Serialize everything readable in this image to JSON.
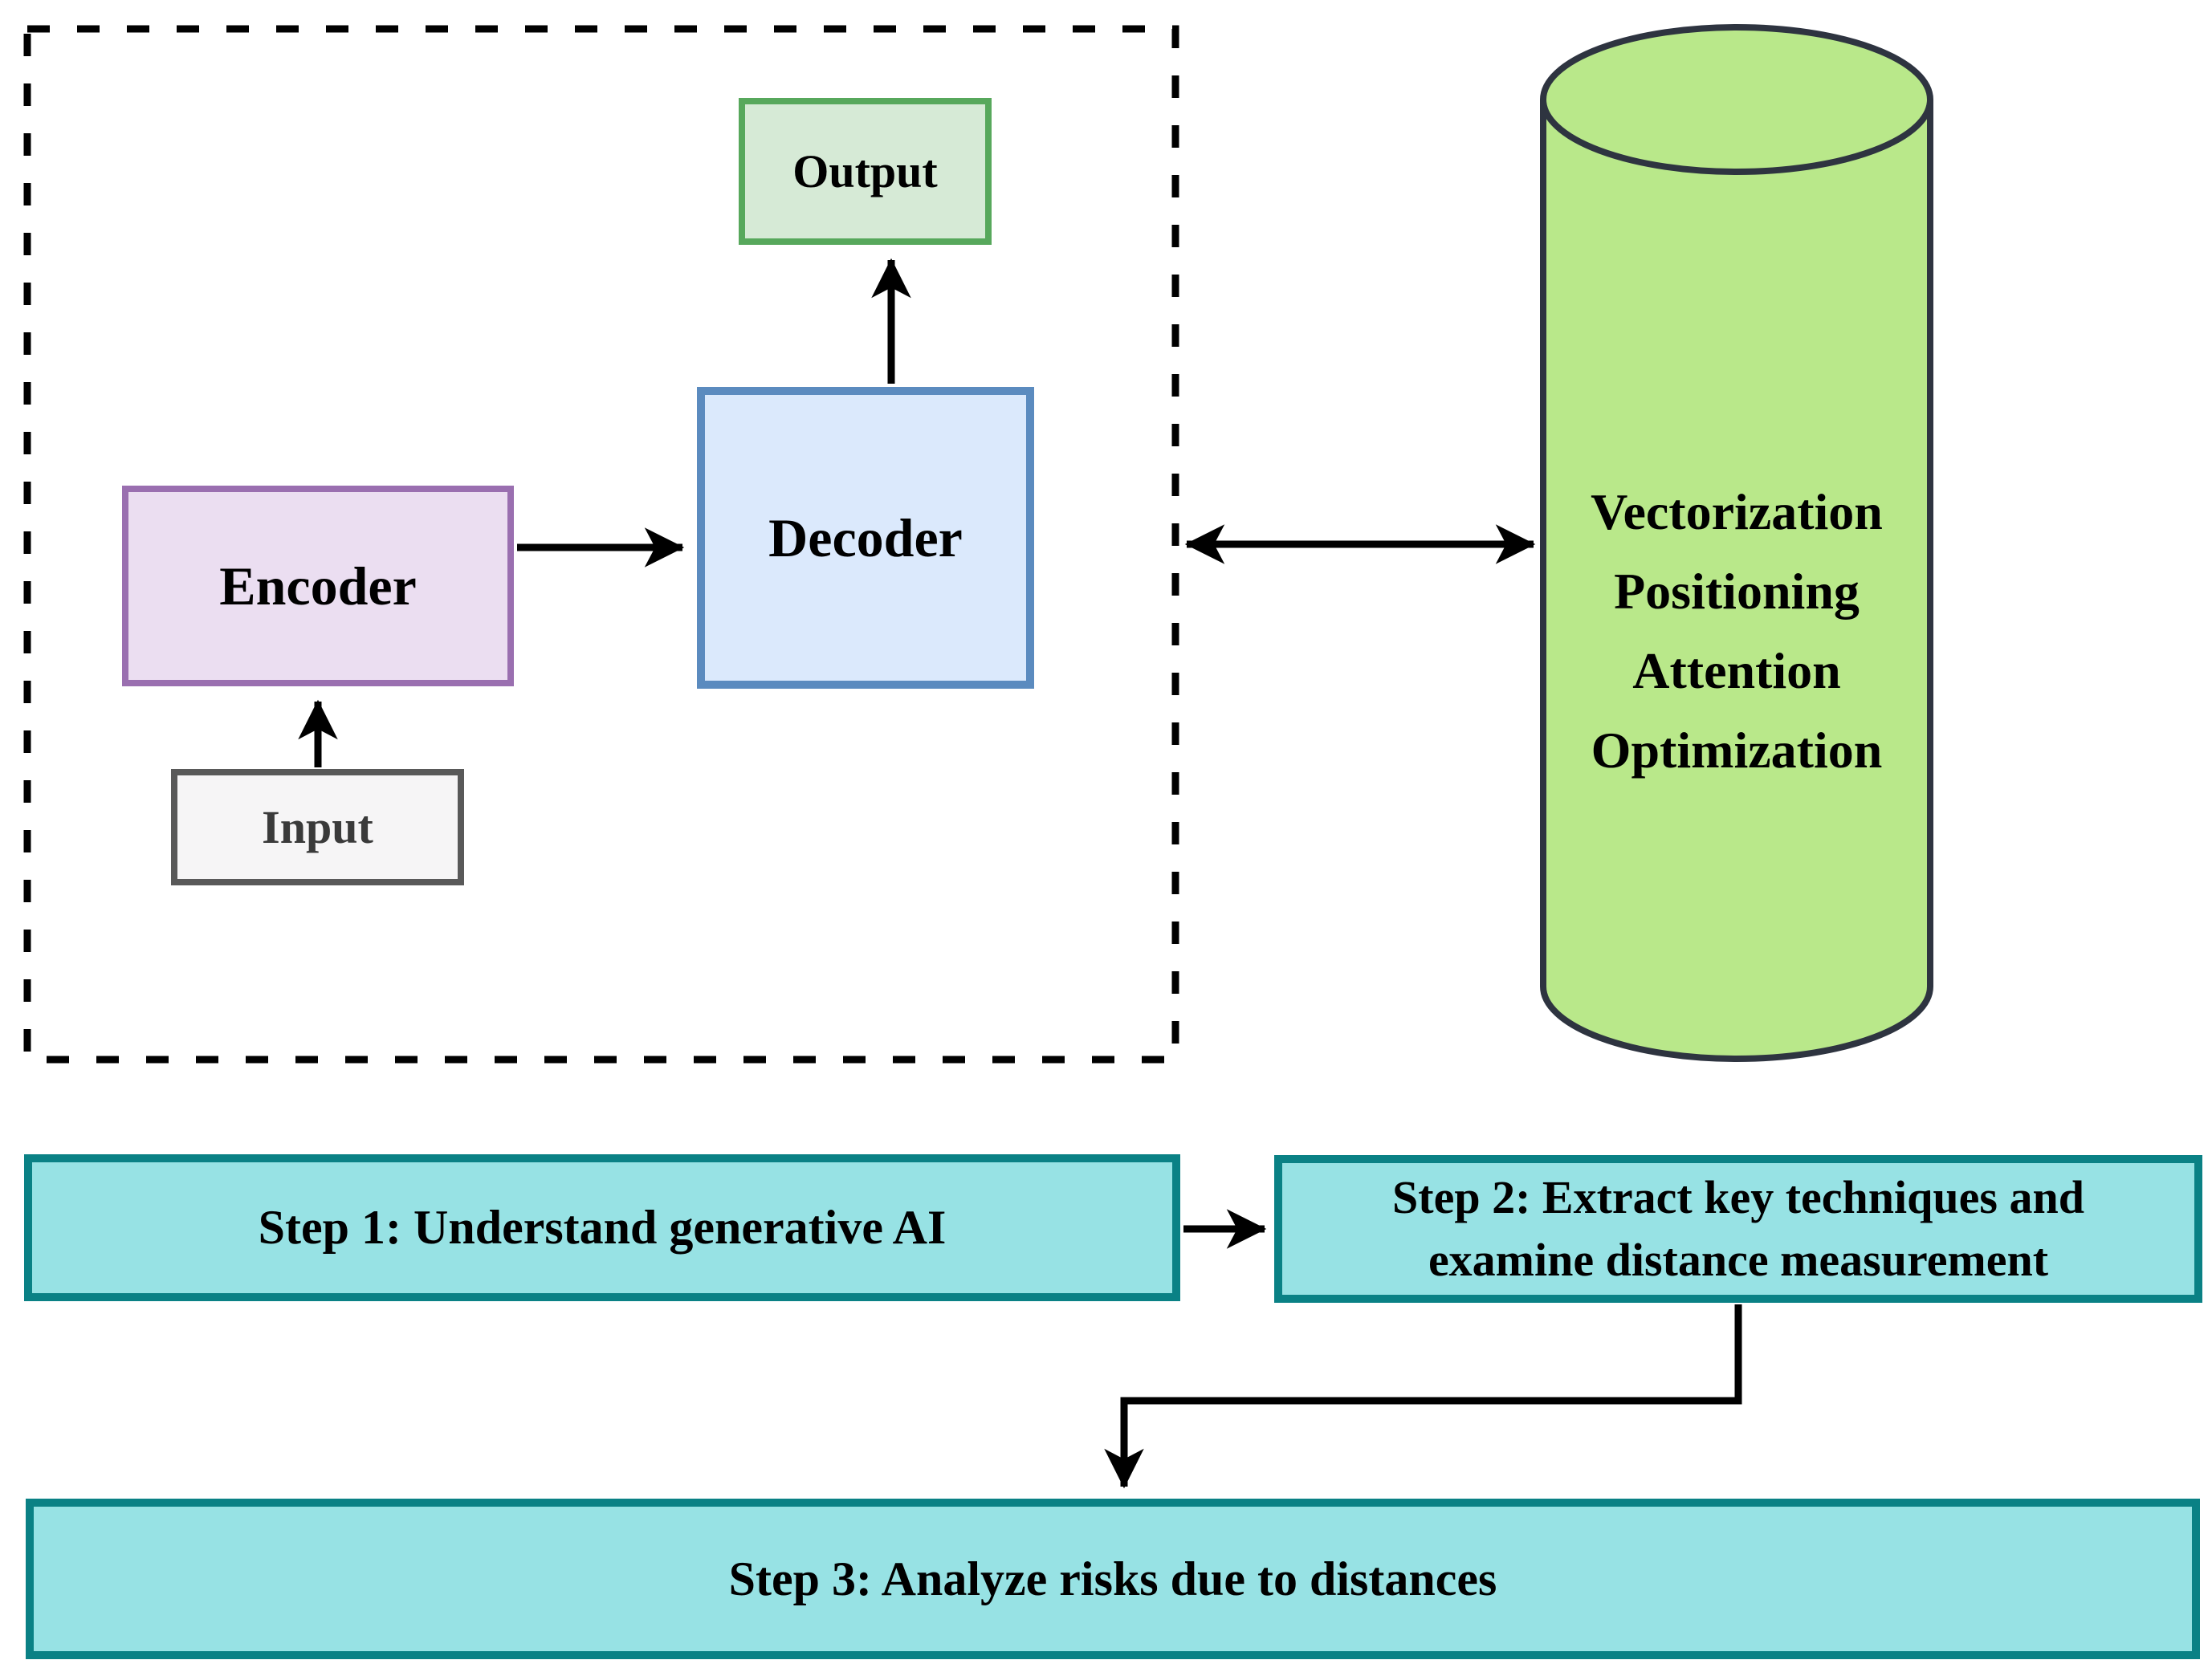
{
  "boxes": {
    "input": {
      "label": "Input"
    },
    "encoder": {
      "label": "Encoder"
    },
    "decoder": {
      "label": "Decoder"
    },
    "output": {
      "label": "Output"
    }
  },
  "cylinder": {
    "lines": [
      "Vectorization",
      "Positioning",
      "Attention",
      "Optimization"
    ]
  },
  "steps": {
    "step1": {
      "label": "Step 1: Understand generative AI"
    },
    "step2": {
      "line1": "Step 2: Extract key techniques and",
      "line2": "examine distance measurement"
    },
    "step3": {
      "label": "Step 3: Analyze risks due to distances"
    }
  },
  "colors": {
    "input_fill": "#f6f5f6",
    "input_border": "#595959",
    "encoder_fill": "#ebdef1",
    "encoder_border": "#9a6fb0",
    "decoder_fill": "#dbe9fc",
    "decoder_border": "#5b8bbf",
    "output_fill": "#d6ead6",
    "output_border": "#57a85c",
    "cylinder_fill": "#b9e88a",
    "cylinder_border": "#2e3440",
    "step_fill": "#97e2e4",
    "step_border": "#0a8185",
    "connector": "#000000"
  }
}
